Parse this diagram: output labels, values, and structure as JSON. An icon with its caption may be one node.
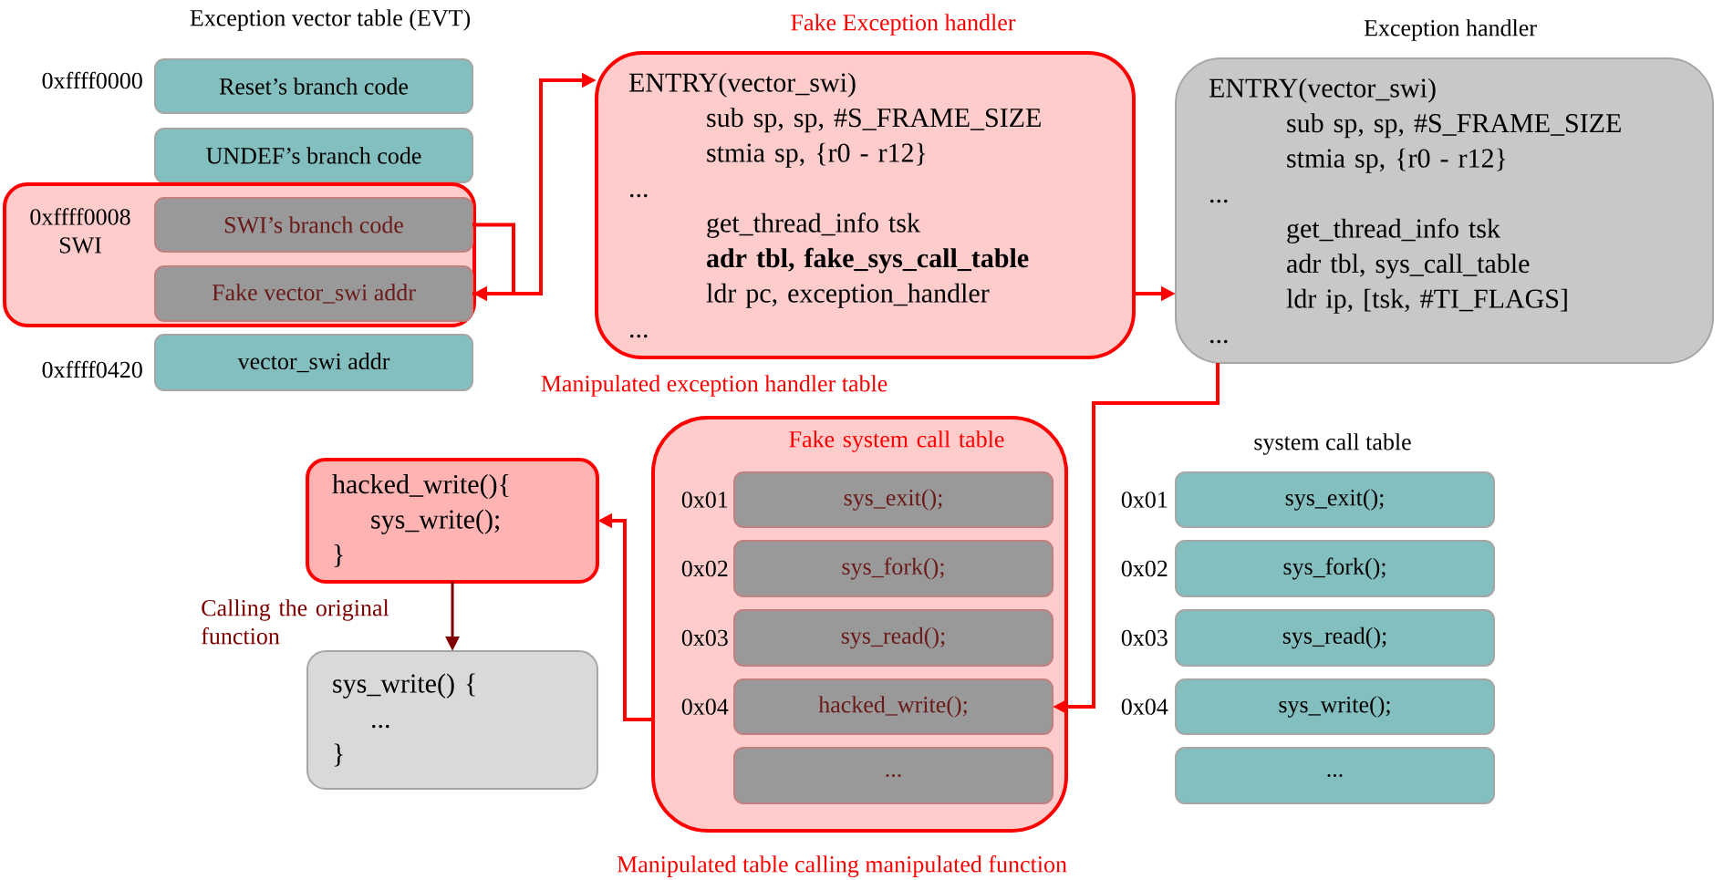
{
  "diagram": {
    "nodes": [
      {
        "text": [
          "Reset’s branch code"
        ],
        "beside": [
          "0xffff0000"
        ]
      },
      {
        "text": [
          "UNDEF’s branch code"
        ]
      },
      {
        "text": [
          "0xffff0008 SWI"
        ]
      },
      {
        "text": [
          "SWI’s branch code"
        ],
        "in": 2
      },
      {
        "text": [
          "Fake vector_swi addr"
        ],
        "in": 2
      },
      {
        "text": [
          "vector_swi addr"
        ],
        "beside": [
          "0xffff0420"
        ]
      },
      {
        "text": [
          "Fake Exception handler",
          "ENTRY(vector_swi)",
          "sub sp, sp, #S_FRAME_SIZE",
          "stmia sp, {r0 - r12}",
          "...",
          "get_thread_info tsk",
          "adr tbl, fake_sys_call_table",
          "ldr pc, exception_handler",
          "..."
        ],
        "beside": [
          "Manipulated exception handler table"
        ]
      },
      {
        "text": [
          "Exception handler",
          "ENTRY(vector_swi)",
          "sub sp, sp, #S_FRAME_SIZE",
          "stmia sp, {r0 - r12}",
          "...",
          "get_thread_info tsk",
          "adr tbl, sys_call_table",
          "ldr ip, [tsk, #TI_FLAGS]",
          "..."
        ]
      },
      {
        "text": [
          "Fake system call table"
        ],
        "beside": [
          "Manipulated table calling manipulated function"
        ]
      },
      {
        "text": [
          "sys_exit();"
        ],
        "in": 8,
        "beside": [
          "0x01"
        ]
      },
      {
        "text": [
          "sys_fork();"
        ],
        "in": 8,
        "beside": [
          "0x02"
        ]
      },
      {
        "text": [
          "sys_read();"
        ],
        "in": 8,
        "beside": [
          "0x03"
        ]
      },
      {
        "text": [
          "hacked_write();"
        ],
        "in": 8,
        "beside": [
          "0x04"
        ]
      },
      {
        "text": [
          "..."
        ],
        "in": 8
      },
      {
        "text": [
          "sys_exit();"
        ],
        "beside": [
          "0x01"
        ]
      },
      {
        "text": [
          "sys_fork();"
        ],
        "beside": [
          "0x02"
        ]
      },
      {
        "text": [
          "sys_read();"
        ],
        "beside": [
          "0x03"
        ]
      },
      {
        "text": [
          "sys_write();"
        ],
        "beside": [
          "0x04"
        ]
      },
      {
        "text": [
          "..."
        ]
      },
      {
        "text": [
          "hacked_write(){",
          "sys_write();",
          "}"
        ]
      },
      {
        "text": [
          "sys_write() {",
          "...",
          "}"
        ]
      }
    ],
    "edges": [
      {
        "from": 3,
        "to": 4,
        "arrow": "to"
      },
      {
        "from": 4,
        "to": 6,
        "arrow": "to"
      },
      {
        "from": 6,
        "to": 7,
        "arrow": "to"
      },
      {
        "from": 7,
        "to": 12,
        "arrow": "to"
      },
      {
        "from": 8,
        "to": 19,
        "arrow": "to"
      },
      {
        "from": 19,
        "to": 20,
        "arrow": "to",
        "label": "Calling the original function",
        "color": "#800000"
      }
    ],
    "labels": [
      "Exception vector table (EVT)",
      "system call table"
    ]
  }
}
